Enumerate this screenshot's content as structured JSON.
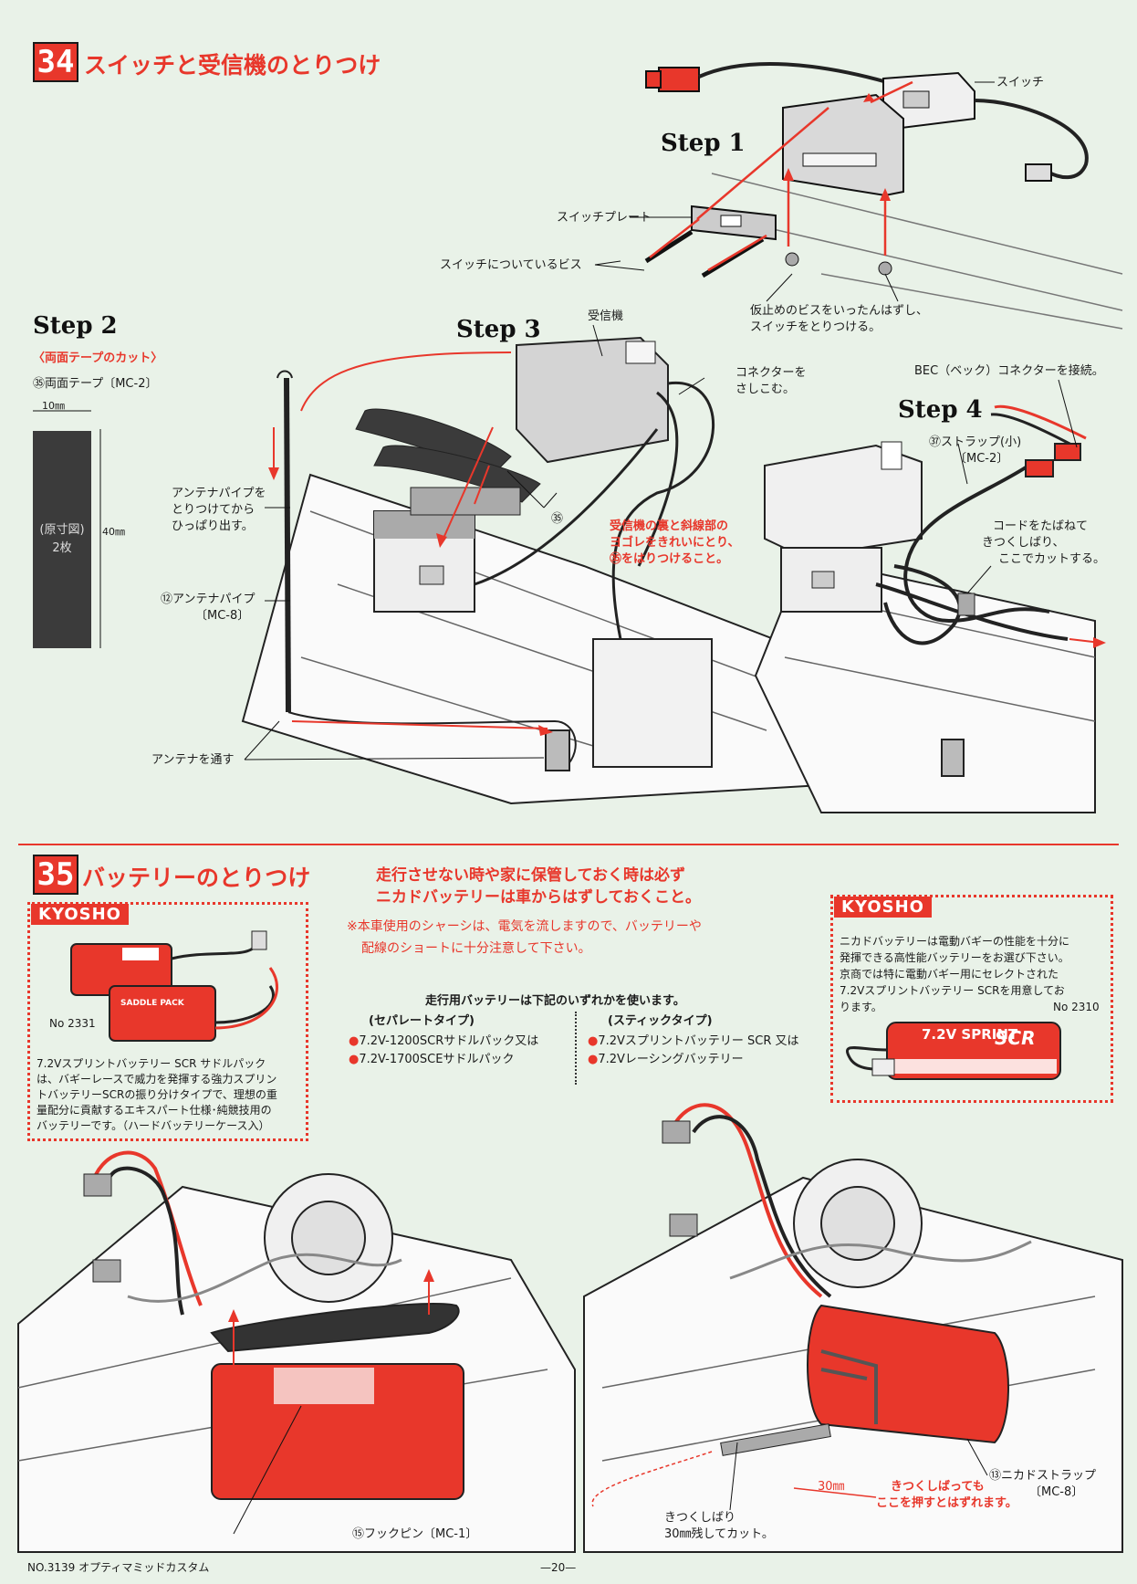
{
  "sec34": {
    "num": "34",
    "title": "スイッチと受信機のとりつけ",
    "step1": "Step 1",
    "step2": "Step 2",
    "step3": "Step 3",
    "step4": "Step 4",
    "switch": "スイッチ",
    "switch_plate": "スイッチプレート",
    "switch_screws": "スイッチについているビス",
    "temp_screws_1": "仮止めのビスをいったんはずし、",
    "temp_screws_2": "スイッチをとりつける。",
    "tape_cut": "〈両面テープのカット〉",
    "tape_part": "㉟両面テープ〔MC-2〕",
    "tape_width": "10㎜",
    "tape_height": "40㎜",
    "tape_size_note": "(原寸図)",
    "tape_qty": "2枚",
    "antenna_note_1": "アンテナパイプを",
    "antenna_note_2": "とりつけてから",
    "antenna_note_3": "ひっぱり出す。",
    "antenna_pipe": "⑫アンテナパイプ",
    "antenna_pipe_code": "〔MC-8〕",
    "antenna_thru": "アンテナを通す",
    "receiver": "受信機",
    "connector_1": "コネクターを",
    "connector_2": "さしこむ。",
    "tape_ref": "㉟",
    "receiver_note_1": "受信機の裏と斜線部の",
    "receiver_note_2": "ヨゴレをきれいにとり、",
    "receiver_note_3": "㉟をはりつけること。",
    "bec": "BEC（ベック）コネクターを接続。",
    "strap": "㊲ストラップ(小)",
    "strap_code": "〔MC-2〕",
    "cord_1": "コードをたばねて",
    "cord_2": "きつくしばり、",
    "cord_3": "ここでカットする。"
  },
  "sec35": {
    "num": "35",
    "title": "バッテリーのとりつけ",
    "warn_1": "走行させない時や家に保管しておく時は必ず",
    "warn_2": "ニカドバッテリーは車からはずしておくこと。",
    "note_1": "※本車使用のシャーシは、電気を流しますので、バッテリーや",
    "note_2": "配線のショートに十分注意して下さい。",
    "use_note": "走行用バッテリーは下記のいずれかを使います。",
    "sep_type": "(セパレートタイプ)",
    "sep_opt1": "7.2V-1200SCRサドルパック又は",
    "sep_opt2": "7.2V-1700SCEサドルパック",
    "stick_type": "(スティックタイプ)",
    "stick_opt1": "7.2Vスプリントバッテリー SCR 又は",
    "stick_opt2": "7.2Vレーシングバッテリー",
    "brand": "KYOSHO",
    "left_no": "No 2331",
    "left_desc_1": "7.2Vスプリントバッテリー SCR サドルパック",
    "left_desc_2": "は、バギーレースで威力を発揮する強力スプリン",
    "left_desc_3": "トバッテリーSCRの振り分けタイプで、理想の重",
    "left_desc_4": "量配分に貢献するエキスパート仕様･純競技用の",
    "left_desc_5": "バッテリーです。（ハードバッテリーケース入）",
    "right_desc_1": "ニカドバッテリーは電動バギーの性能を十分に",
    "right_desc_2": "発揮できる高性能バッテリーをお選び下さい。",
    "right_desc_3": "京商では特に電動バギー用にセレクトされた",
    "right_desc_4": "7.2Vスプリントバッテリー SCRを用意してお",
    "right_desc_5": "ります。",
    "right_no": "No 2310",
    "battery_label": "7.2V SPRINT",
    "battery_scr": "SCR",
    "pack_label": "SADDLE PACK",
    "hook_pin": "⑮フックピン〔MC-1〕",
    "nicad_strap": "⑬ニカドストラップ",
    "nicad_strap_code": "〔MC-8〕",
    "tight_1": "きつくしばり",
    "tight_2": "30㎜残してカット。",
    "dim_30": "30㎜",
    "push_1": "きつくしばっても",
    "push_2": "ここを押すとはずれます。"
  },
  "footer": {
    "model": "NO.3139  オプティマミッドカスタム",
    "page": "—20—"
  }
}
